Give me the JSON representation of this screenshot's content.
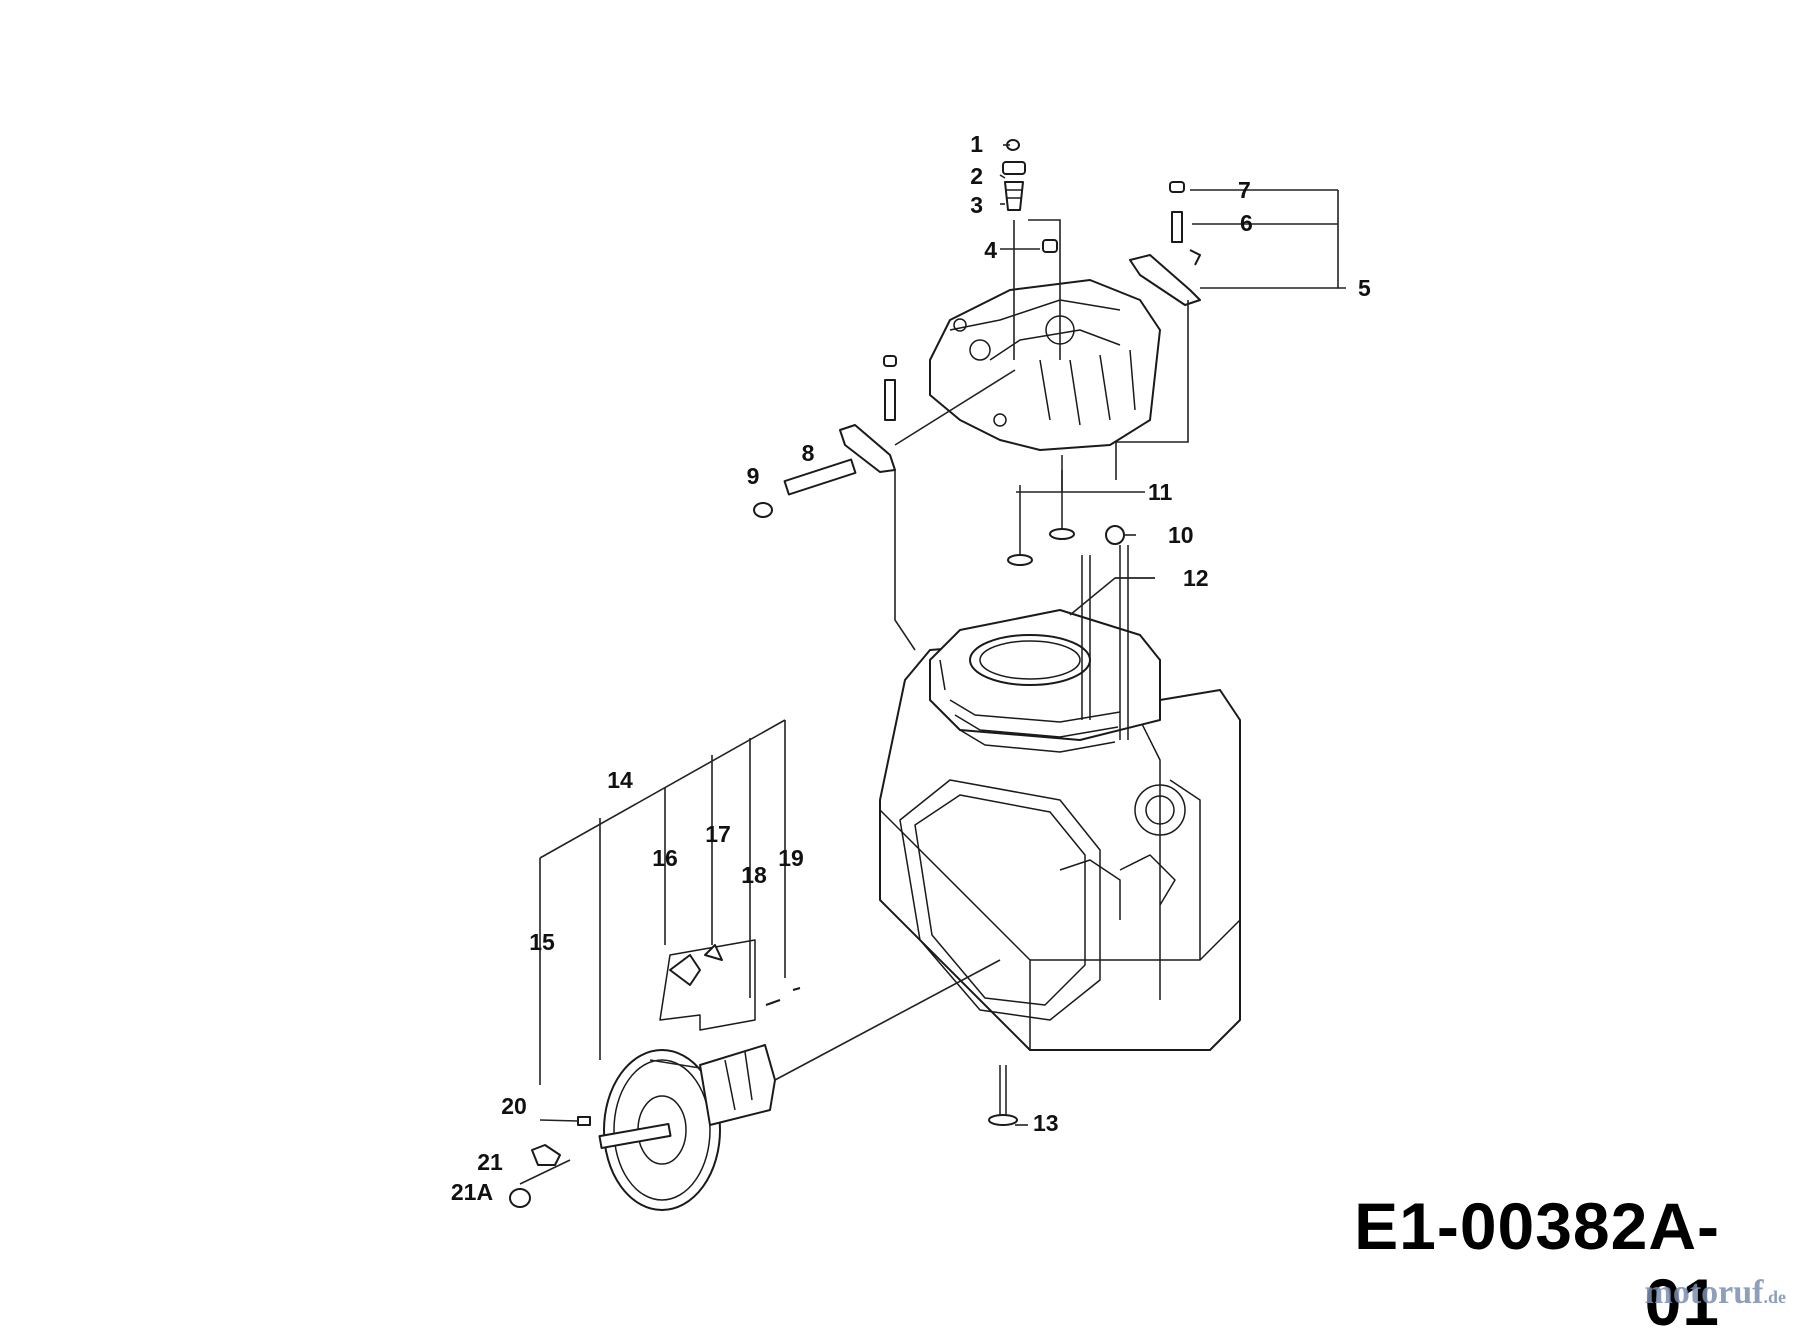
{
  "diagram": {
    "reference_code": "E1-00382A-01",
    "watermark": {
      "name": "motoruf",
      "tld": ".de"
    },
    "callouts": {
      "c1": "1",
      "c2": "2",
      "c3": "3",
      "c4": "4",
      "c5": "5",
      "c6": "6",
      "c7": "7",
      "c8": "8",
      "c9": "9",
      "c10": "10",
      "c11": "11",
      "c12": "12",
      "c13": "13",
      "c14": "14",
      "c15": "15",
      "c16": "16",
      "c17": "17",
      "c18": "18",
      "c19": "19",
      "c20": "20",
      "c21": "21",
      "c21a": "21A"
    }
  }
}
